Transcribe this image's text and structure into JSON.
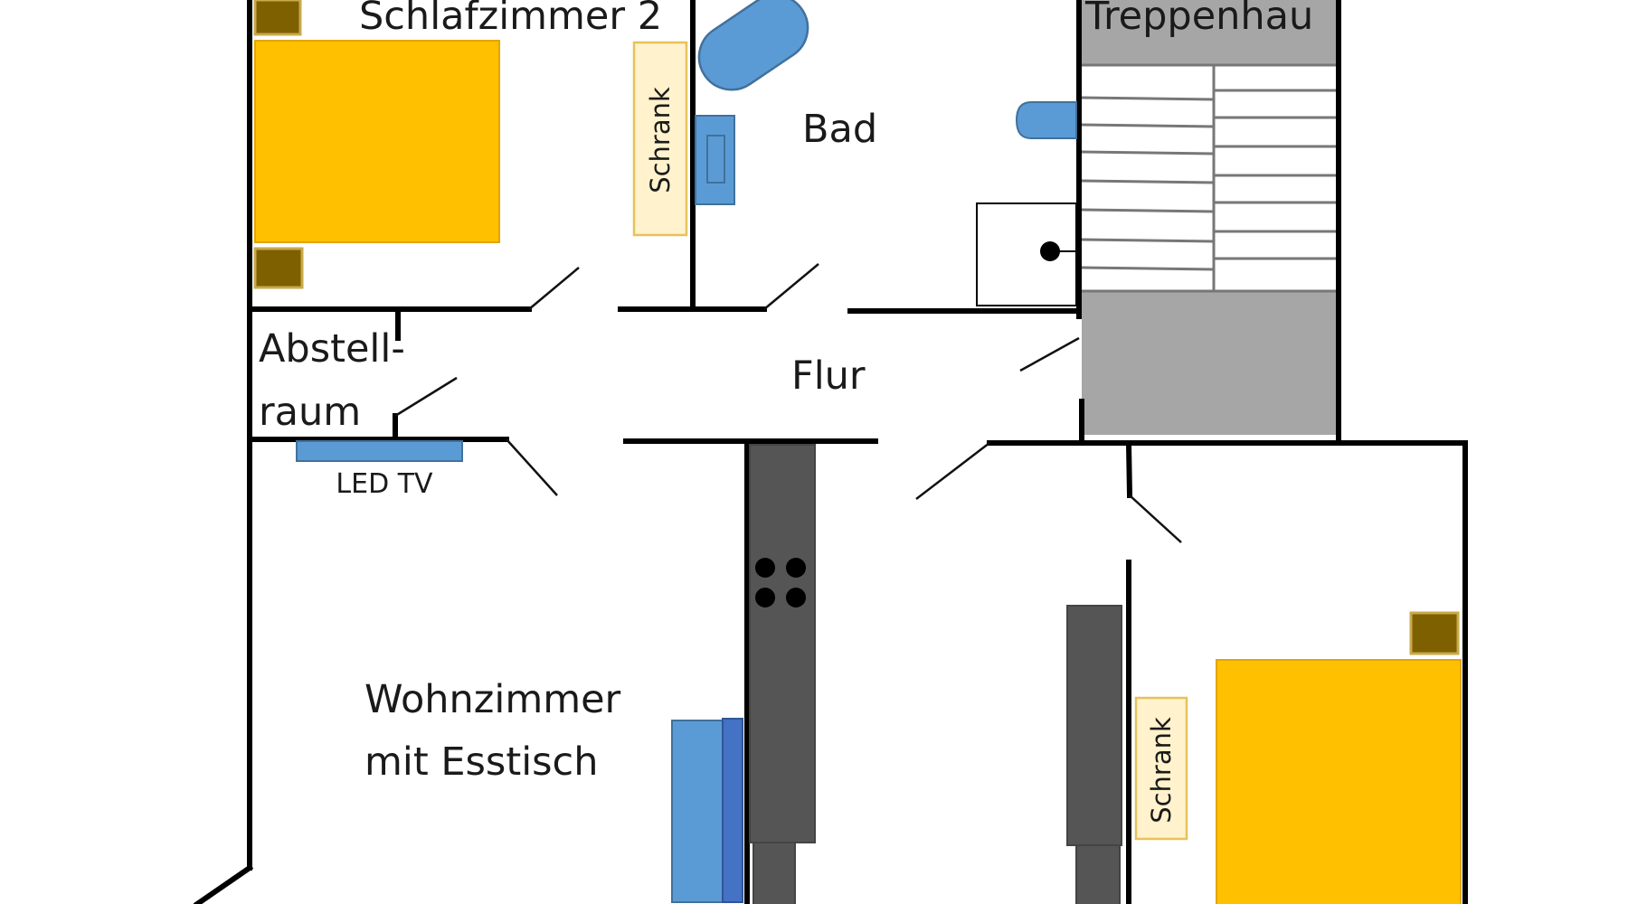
{
  "rooms": {
    "schlafzimmer_2": "Schlafzimmer 2",
    "bad": "Bad",
    "treppenhaus": "Treppenhau",
    "abstellraum_line1": "Abstell-",
    "abstellraum_line2": "raum",
    "flur": "Flur",
    "wohnzimmer_line1": "Wohnzimmer",
    "wohnzimmer_line2": "mit Esstisch"
  },
  "furniture": {
    "schrank_left": "Schrank",
    "schrank_right": "Schrank",
    "tv": "LED TV"
  },
  "colors": {
    "wall": "#000000",
    "bed": "#FFC000",
    "nightstand": "#7F6000",
    "wardrobe_fill": "#FFF2CC",
    "wardrobe_border": "#E6C25E",
    "blue": "#5B9BD5",
    "blue_dark": "#2F5597",
    "kitchen": "#555555",
    "stair_fill": "#A6A6A6"
  }
}
